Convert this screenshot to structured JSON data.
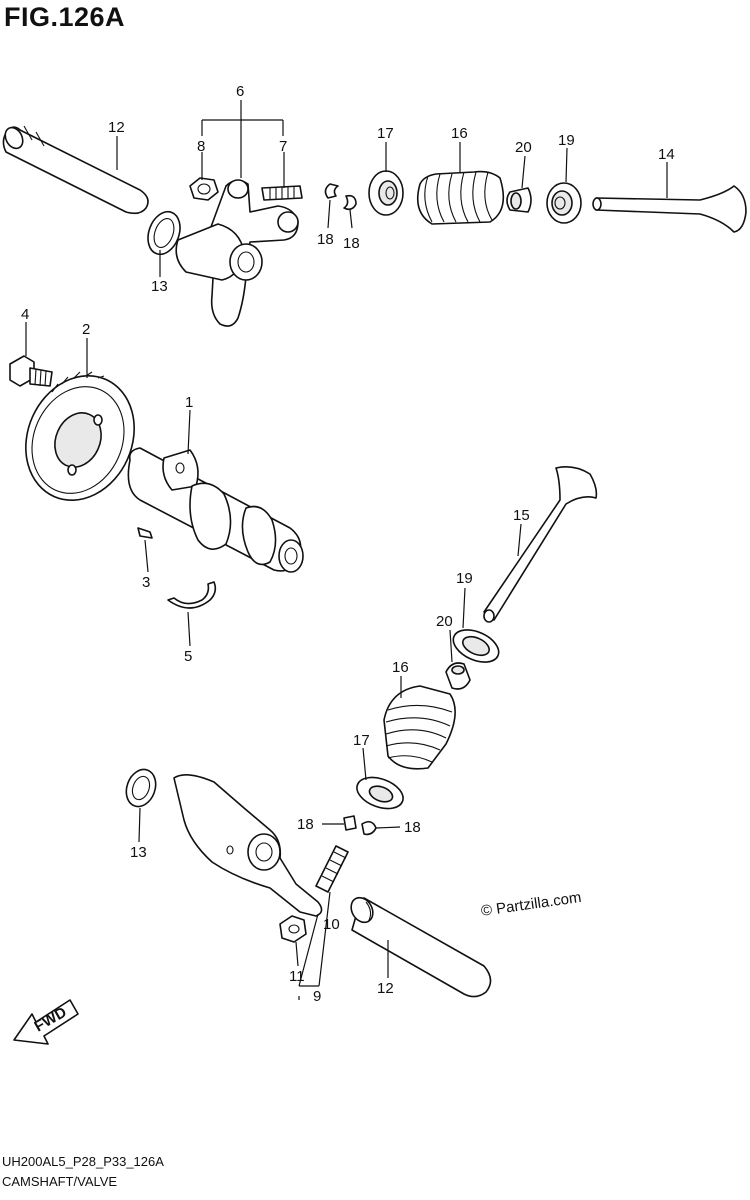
{
  "figure_title": "FIG.126A",
  "footer": {
    "code": "UH200AL5_P28_P33_126A",
    "caption": "CAMSHAFT/VALVE"
  },
  "watermark": "© Partzilla.com",
  "fwd_label": "FWD",
  "callouts": {
    "c1": "1",
    "c2": "2",
    "c3": "3",
    "c4": "4",
    "c5": "5",
    "c6": "6",
    "c7": "7",
    "c8": "8",
    "c9": "9",
    "c10": "10",
    "c11": "11",
    "c12a": "12",
    "c12b": "12",
    "c13a": "13",
    "c13b": "13",
    "c14": "14",
    "c15": "15",
    "c16a": "16",
    "c16b": "16",
    "c17a": "17",
    "c17b": "17",
    "c18a": "18",
    "c18b": "18",
    "c18c": "18",
    "c18d": "18",
    "c19a": "19",
    "c19b": "19",
    "c20a": "20",
    "c20b": "20"
  }
}
